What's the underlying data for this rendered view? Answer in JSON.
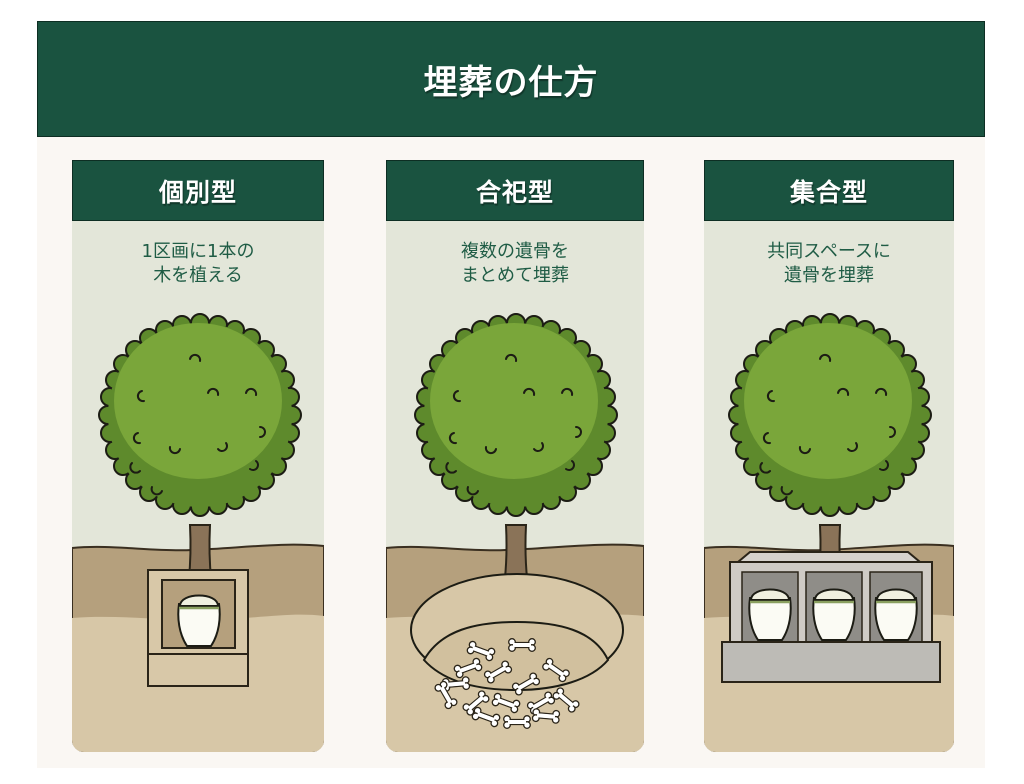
{
  "title": "埋葬の仕方",
  "colors": {
    "header_green": "#1a5340",
    "text_green": "#1f5c45",
    "sky": "#e3e6d9",
    "soil_dark": "#b5a07d",
    "soil_light": "#d7c7a7",
    "leaf_light": "#7aa63a",
    "leaf_dark": "#5e8a2c",
    "trunk": "#8a7358",
    "stone": "#bdbbb6"
  },
  "cards": [
    {
      "heading": "個別型",
      "desc_line1": "1区画に1本の",
      "desc_line2": "木を植える",
      "illustration": "tree-with-single-urn-vault"
    },
    {
      "heading": "合祀型",
      "desc_line1": "複数の遺骨を",
      "desc_line2": "まとめて埋葬",
      "illustration": "tree-with-shared-bone-pit"
    },
    {
      "heading": "集合型",
      "desc_line1": "共同スペースに",
      "desc_line2": "遺骨を埋葬",
      "illustration": "tree-with-three-urn-monument"
    }
  ]
}
